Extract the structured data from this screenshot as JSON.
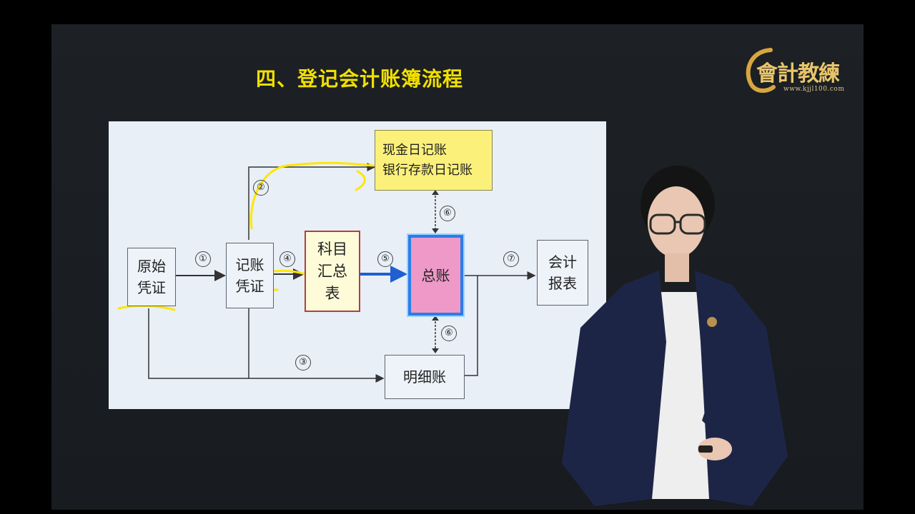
{
  "slide": {
    "title": "四、登记会计账簿流程",
    "logo_brand": "會計教練",
    "logo_url": "www.kjjl100.com",
    "boxes": {
      "original_voucher": [
        "原始",
        "凭证"
      ],
      "accounting_voucher": [
        "记账",
        "凭证"
      ],
      "summary_table": [
        "科目",
        "汇总",
        "表"
      ],
      "general_ledger": [
        "总账"
      ],
      "report": [
        "会计",
        "报表"
      ],
      "cash_journal": [
        "现金日记账",
        "银行存款日记账"
      ],
      "detail_ledger": [
        "明细账"
      ]
    },
    "steps": {
      "s1": "①",
      "s2": "②",
      "s3": "③",
      "s4": "④",
      "s5": "⑤",
      "s6a": "⑥",
      "s6b": "⑥",
      "s7": "⑦"
    }
  },
  "colors": {
    "title": "#f2e000",
    "cash_box": "#fbf17a",
    "ledger_box": "#ee99c7",
    "ledger_border": "#2a7de8",
    "annotation": "#ffe600",
    "slide_bg": "#e8eff7"
  }
}
